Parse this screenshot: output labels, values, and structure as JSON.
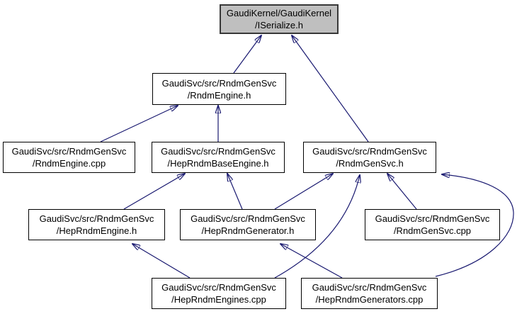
{
  "graph": {
    "type": "include-dependency-graph",
    "colors": {
      "edge": "#191970",
      "node_border": "#000000",
      "highlight_fill": "#bfbfbf",
      "node_fill": "#ffffff",
      "background": "#ffffff"
    },
    "nodes": [
      {
        "id": "ISerialize.h",
        "line1": "GaudiKernel/GaudiKernel",
        "line2": "/ISerialize.h",
        "highlighted": true
      },
      {
        "id": "RndmEngine.h",
        "line1": "GaudiSvc/src/RndmGenSvc",
        "line2": "/RndmEngine.h",
        "highlighted": false
      },
      {
        "id": "RndmEngine.cpp",
        "line1": "GaudiSvc/src/RndmGenSvc",
        "line2": "/RndmEngine.cpp",
        "highlighted": false
      },
      {
        "id": "HepRndmBaseEngine.h",
        "line1": "GaudiSvc/src/RndmGenSvc",
        "line2": "/HepRndmBaseEngine.h",
        "highlighted": false
      },
      {
        "id": "RndmGenSvc.h",
        "line1": "GaudiSvc/src/RndmGenSvc",
        "line2": "/RndmGenSvc.h",
        "highlighted": false
      },
      {
        "id": "HepRndmEngine.h",
        "line1": "GaudiSvc/src/RndmGenSvc",
        "line2": "/HepRndmEngine.h",
        "highlighted": false
      },
      {
        "id": "HepRndmGenerator.h",
        "line1": "GaudiSvc/src/RndmGenSvc",
        "line2": "/HepRndmGenerator.h",
        "highlighted": false
      },
      {
        "id": "RndmGenSvc.cpp",
        "line1": "GaudiSvc/src/RndmGenSvc",
        "line2": "/RndmGenSvc.cpp",
        "highlighted": false
      },
      {
        "id": "HepRndmEngines.cpp",
        "line1": "GaudiSvc/src/RndmGenSvc",
        "line2": "/HepRndmEngines.cpp",
        "highlighted": false
      },
      {
        "id": "HepRndmGenerators.cpp",
        "line1": "GaudiSvc/src/RndmGenSvc",
        "line2": "/HepRndmGenerators.cpp",
        "highlighted": false
      }
    ],
    "edges": [
      {
        "from": "RndmEngine.h",
        "to": "ISerialize.h"
      },
      {
        "from": "RndmGenSvc.h",
        "to": "ISerialize.h"
      },
      {
        "from": "RndmEngine.cpp",
        "to": "RndmEngine.h"
      },
      {
        "from": "HepRndmBaseEngine.h",
        "to": "RndmEngine.h"
      },
      {
        "from": "HepRndmEngine.h",
        "to": "HepRndmBaseEngine.h"
      },
      {
        "from": "HepRndmGenerator.h",
        "to": "HepRndmBaseEngine.h"
      },
      {
        "from": "HepRndmGenerator.h",
        "to": "RndmGenSvc.h"
      },
      {
        "from": "RndmGenSvc.cpp",
        "to": "RndmGenSvc.h"
      },
      {
        "from": "HepRndmEngines.cpp",
        "to": "HepRndmEngine.h"
      },
      {
        "from": "HepRndmEngines.cpp",
        "to": "RndmGenSvc.h"
      },
      {
        "from": "HepRndmGenerators.cpp",
        "to": "HepRndmGenerator.h"
      },
      {
        "from": "HepRndmGenerators.cpp",
        "to": "RndmGenSvc.h"
      }
    ]
  }
}
